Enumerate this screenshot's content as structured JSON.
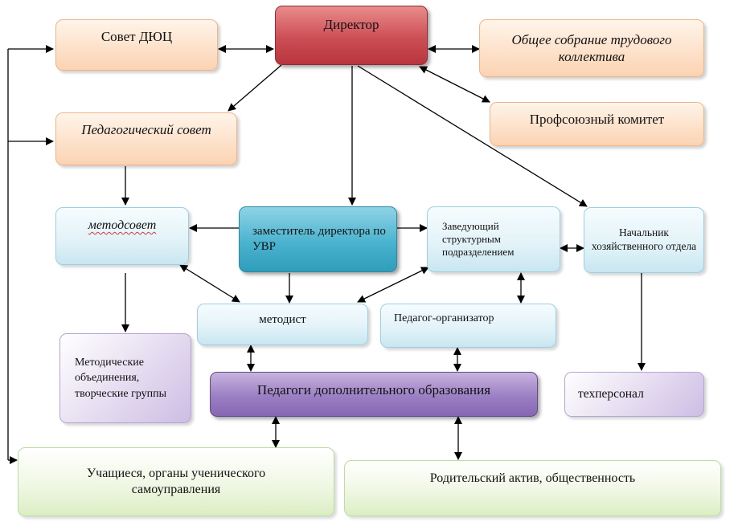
{
  "nodes": {
    "director": "Директор",
    "sovet_duc": "Совет ДЮЦ",
    "obschee_sobranie": "Общее собрание трудового коллектива",
    "ped_sovet": "Педагогический совет",
    "profsoyuz": "Профсоюзный комитет",
    "metodsovet": "методсовет",
    "zam_uvr": "заместитель директора по УВР",
    "zav_struct": "Заведующий структурным подразделением",
    "nach_hoz": "Начальник хозяйственного отдела",
    "metodist": "методист",
    "ped_org": "Педагог-организатор",
    "metod_obed": "Методические объединения, творческие группы",
    "pedagogi_do": "Педагоги дополнительного образования",
    "techpersonal": "техперсонал",
    "uchaschiesya": "Учащиеся, органы ученического самоуправления",
    "rod_aktiv": "Родительский актив, общественность"
  },
  "colors": {
    "orange_fill": "#fde2cb",
    "red_fill": "#cc4e55",
    "blue_fill": "#e1f2f8",
    "teal_fill": "#4bb3cf",
    "lilac_fill": "#ece5f4",
    "purple_fill": "#9b7fc4",
    "green_fill": "#f0f7e4",
    "arrow": "#000000"
  }
}
